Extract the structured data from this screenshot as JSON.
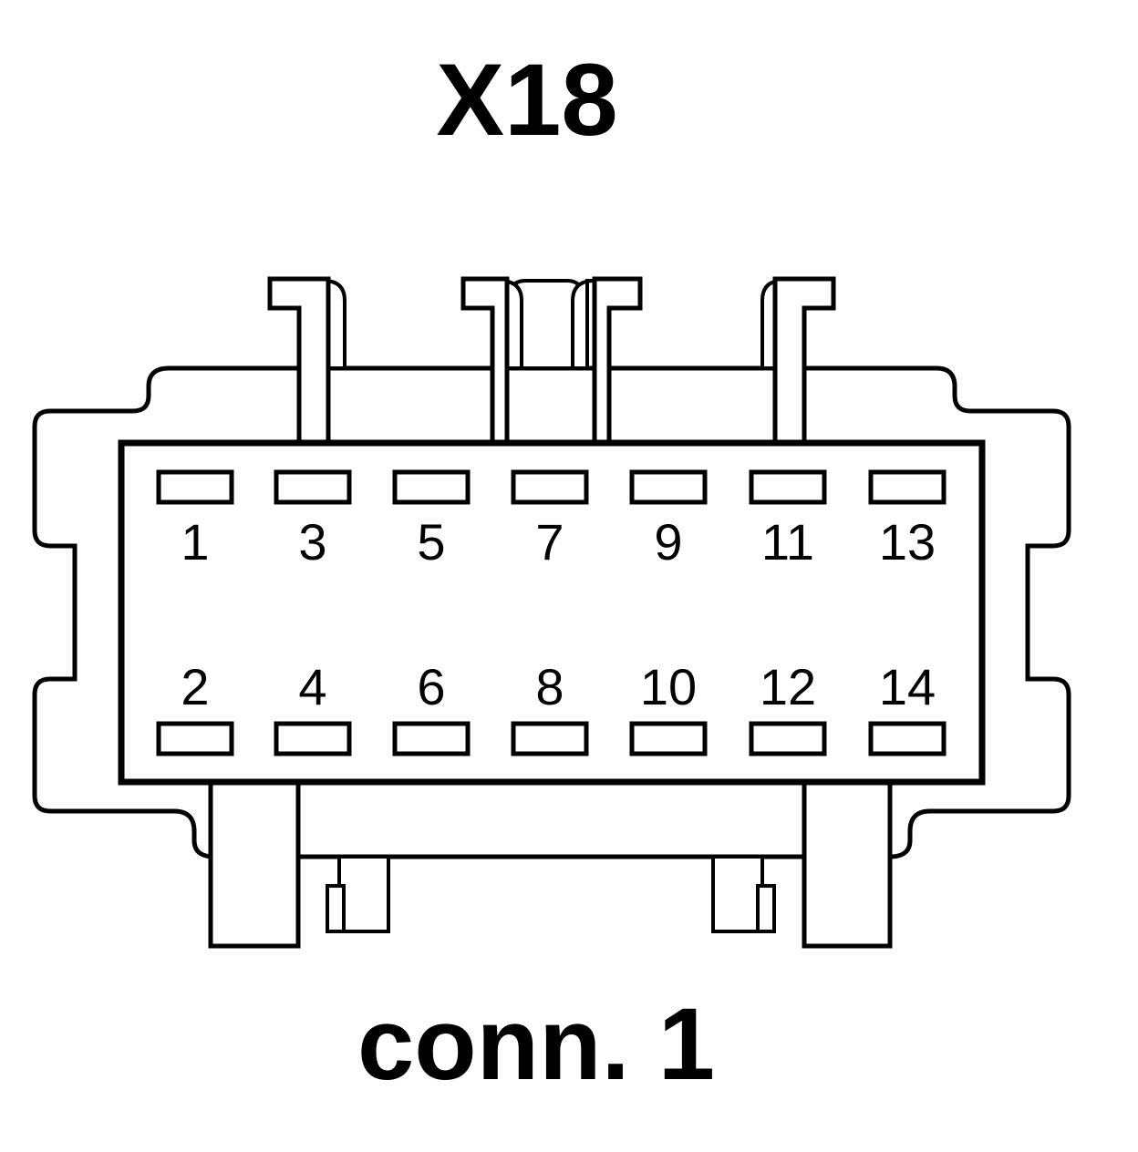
{
  "connector_id": "X18",
  "connector_label": "conn. 1",
  "pins": {
    "top_row": [
      "1",
      "3",
      "5",
      "7",
      "9",
      "11",
      "13"
    ],
    "bottom_row": [
      "2",
      "4",
      "6",
      "8",
      "10",
      "12",
      "14"
    ]
  }
}
